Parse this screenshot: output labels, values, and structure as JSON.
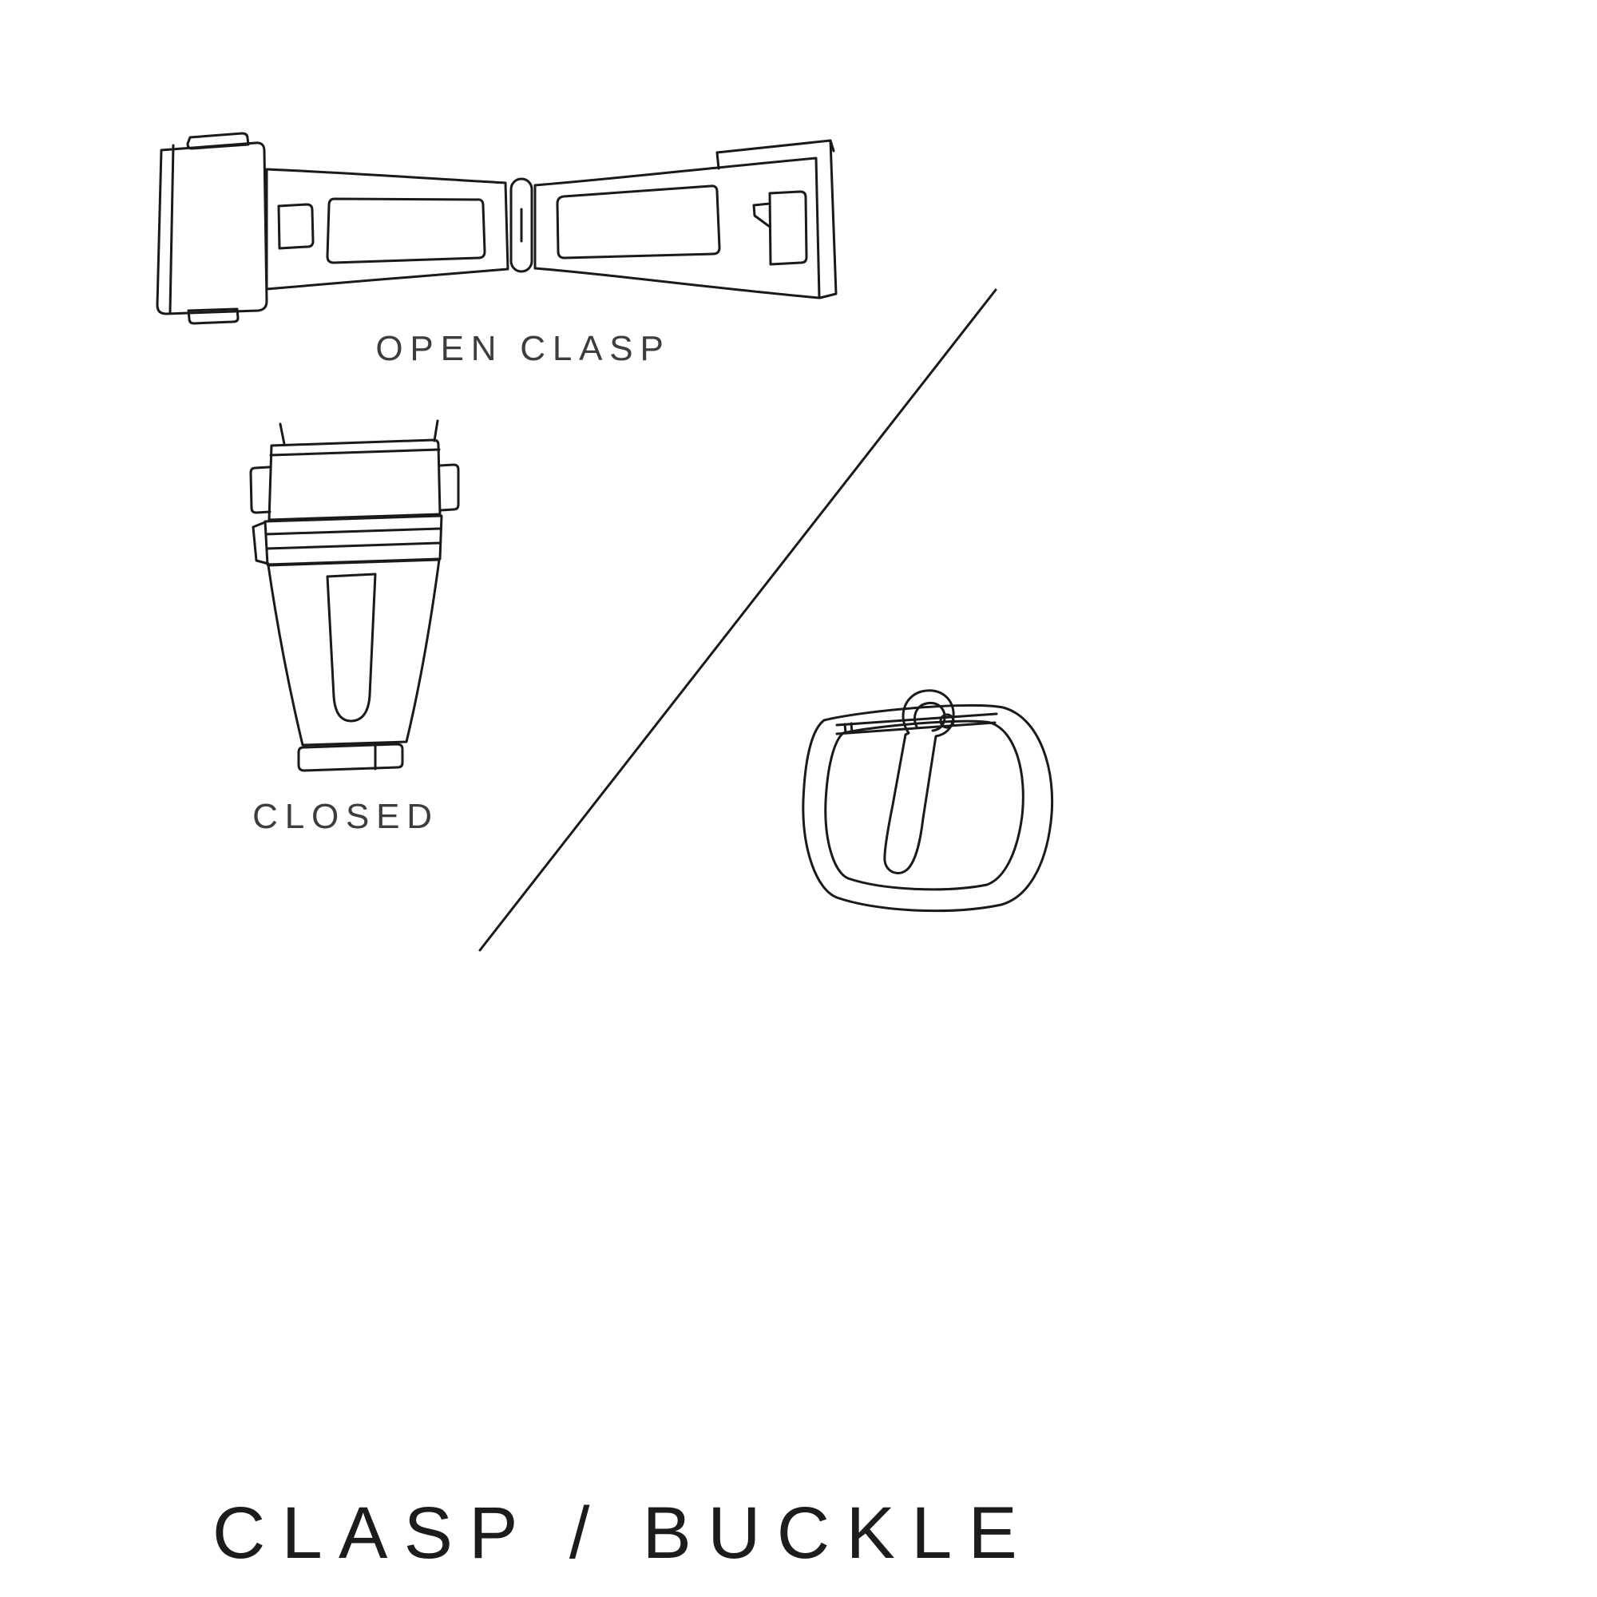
{
  "labels": {
    "open_clasp": "OPEN CLASP",
    "closed": "CLOSED"
  },
  "title": "CLASP / BUCKLE",
  "colors": {
    "background": "#ffffff",
    "line": "#1a1a1a",
    "label_text": "#3d3d3d",
    "title_text": "#1c1c1c"
  }
}
